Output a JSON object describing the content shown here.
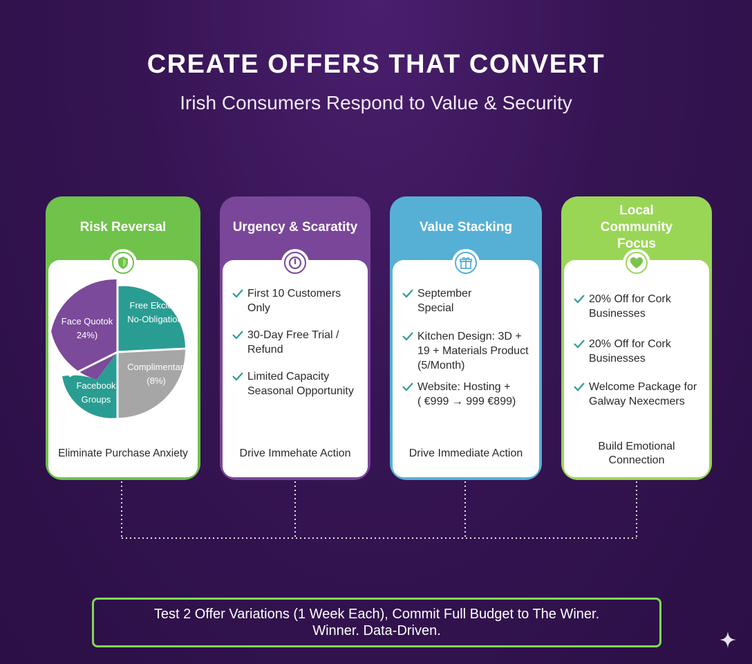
{
  "header": {
    "title": "CREATE OFFERS THAT CONVERT",
    "subtitle": "Irish Consumers Respond to Value & Security"
  },
  "colors": {
    "background": "#361453",
    "green": "#6fc24a",
    "purple": "#7a4699",
    "blue": "#56b0d6",
    "lime": "#9ad656",
    "teal_check": "#2a9d93",
    "pie_purple": "#7b4a9a",
    "pie_teal": "#2a9d93",
    "pie_gray": "#a6a6a6"
  },
  "cards": [
    {
      "title": "Risk Reversal",
      "icon": "shield-icon",
      "pie": {
        "segments": [
          {
            "label_line1": "Face Quotok",
            "label_line2": "24%)"
          },
          {
            "label_line1": "Free Ekcion/",
            "label_line2": "No-Obligation"
          },
          {
            "label_line1": "Complimentarl",
            "label_line2": "(8%)"
          },
          {
            "label_line1": "Facebook",
            "label_line2": "Groups"
          }
        ]
      },
      "footer": "Eliminate Purchase Anxiety"
    },
    {
      "title": "Urgency & Scaratity",
      "icon": "clock-icon",
      "items": [
        {
          "line1": "First 10 Customers",
          "line2": "Only"
        },
        {
          "line1": "30-Day Free Trial /",
          "line2": "Refund"
        },
        {
          "line1": "Limited Capacity",
          "line2": "Seasonal Opportunity"
        }
      ],
      "footer": "Drive Immehate Action"
    },
    {
      "title": "Value Stacking",
      "icon": "gift-icon",
      "items": [
        {
          "line1": "September",
          "line2": "Special"
        },
        {
          "line1": "Kitchen Design: 3D +",
          "line2": "19 + Materials Product",
          "line3": "(5/Month)"
        },
        {
          "line1": "Website: Hosting +",
          "line2": "( €999 → 999 €899)"
        }
      ],
      "footer": "Drive Immediate Action"
    },
    {
      "title_line1": "Local",
      "title_line2": "Community",
      "title_line3": "Focus",
      "icon": "heart-icon",
      "items": [
        {
          "line1": "20% Off for Cork",
          "line2": "Businesses"
        },
        {
          "line1": "20% Off for Cork",
          "line2": "Businesses"
        },
        {
          "line1": "Welcome Package for",
          "line2": "Galway Nexecmers"
        }
      ],
      "footer_line1": "Build Emotional",
      "footer_line2": "Connection"
    }
  ],
  "bottom": {
    "line1": "Test 2 Offer Variations (1 Week Each), Commit Full Budget to The Winer.",
    "line2": "Winner. Data-Driven."
  }
}
